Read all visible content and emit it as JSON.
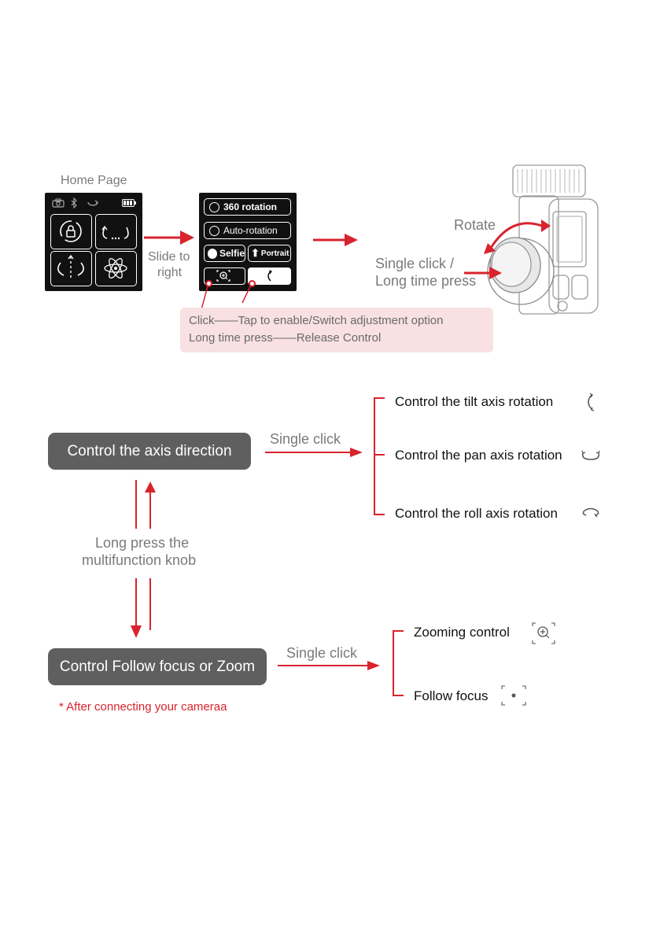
{
  "home": {
    "title": "Home Page"
  },
  "slide": {
    "line1": "Slide to",
    "line2": "right"
  },
  "menu": {
    "items": [
      "360 rotation",
      "Auto-rotation",
      "Selfie",
      "Portrait"
    ]
  },
  "device": {
    "rotate_label": "Rotate",
    "press_line1": "Single click /",
    "press_line2": "Long time press"
  },
  "info": {
    "line1": "Click——Tap to enable/Switch adjustment option",
    "line2": "Long time press——Release Control"
  },
  "flow": {
    "axis_box": "Control the axis direction",
    "single_click_1": "Single click",
    "tilt": "Control the tilt axis rotation",
    "pan": "Control the pan axis rotation",
    "roll": "Control the roll axis rotation",
    "long_press_line1": "Long press the",
    "long_press_line2": "multifunction knob",
    "focus_box": "Control Follow focus or Zoom",
    "single_click_2": "Single click",
    "zoom": "Zooming control",
    "follow": "Follow focus",
    "note": "*  After connecting your cameraa"
  },
  "colors": {
    "accent": "#d9232d",
    "box_gray": "#5f5f5f",
    "info_bg": "#f8e0e3"
  }
}
